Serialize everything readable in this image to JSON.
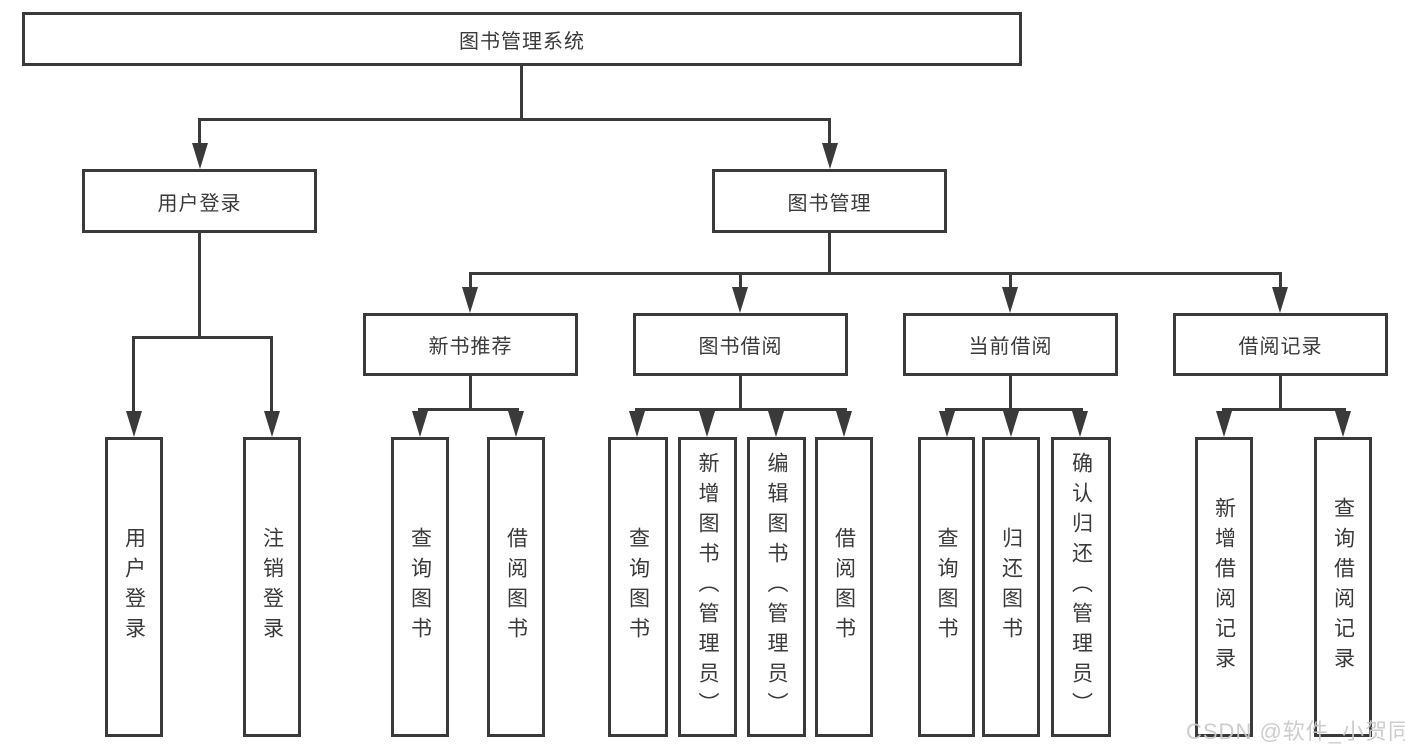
{
  "tree": {
    "root": {
      "label": "图书管理系统"
    },
    "children": [
      {
        "label": "用户登录",
        "children": [
          {
            "label": "用户登录"
          },
          {
            "label": "注销登录"
          }
        ]
      },
      {
        "label": "图书管理",
        "children": [
          {
            "label": "新书推荐",
            "children": [
              {
                "label": "查询图书"
              },
              {
                "label": "借阅图书"
              }
            ]
          },
          {
            "label": "图书借阅",
            "children": [
              {
                "label": "查询图书"
              },
              {
                "label": "新增图书（管理员）"
              },
              {
                "label": "编辑图书（管理员）"
              },
              {
                "label": "借阅图书"
              }
            ]
          },
          {
            "label": "当前借阅",
            "children": [
              {
                "label": "查询图书"
              },
              {
                "label": "归还图书"
              },
              {
                "label": "确认归还（管理员）"
              }
            ]
          },
          {
            "label": "借阅记录",
            "children": [
              {
                "label": "新增借阅记录"
              },
              {
                "label": "查询借阅记录"
              }
            ]
          }
        ]
      }
    ]
  },
  "watermark": {
    "text": "CSDN @软件_小贺同学",
    "color": "#c9c9c9"
  },
  "colors": {
    "line": "#3a3a3a",
    "text": "#3a3a3a",
    "background": "#ffffff"
  }
}
